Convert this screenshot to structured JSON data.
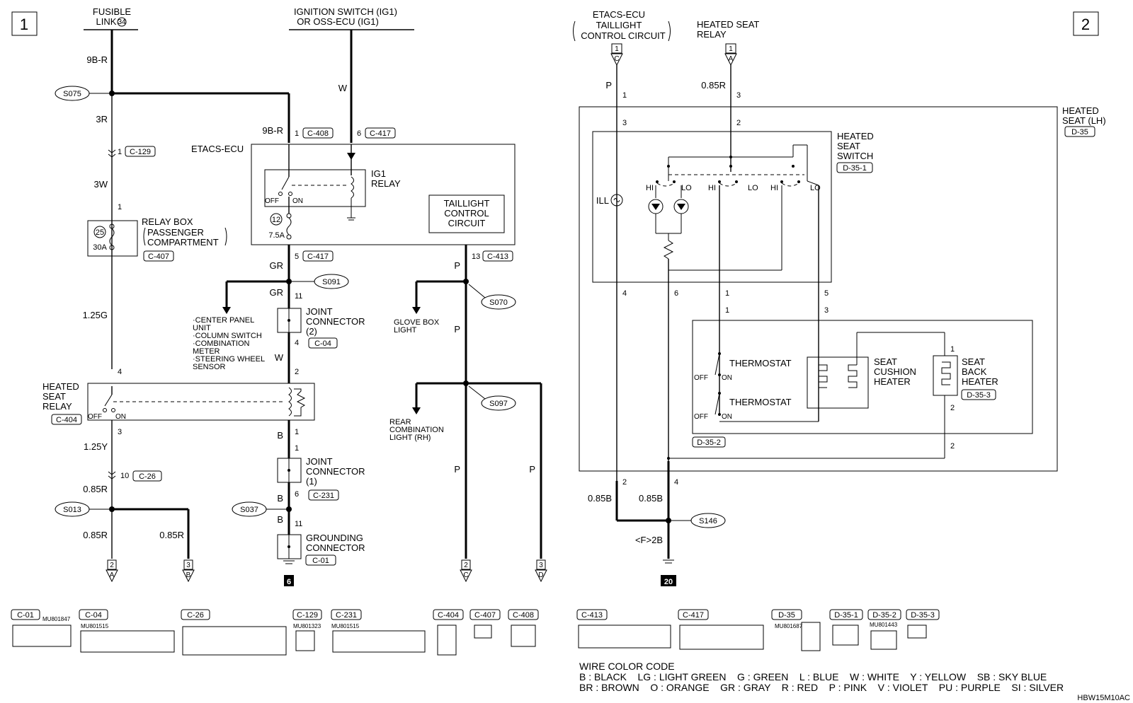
{
  "page": {
    "index_left": "1",
    "index_right": "2",
    "doc_code": "HBW15M10AC"
  },
  "sources": {
    "fusible_link": [
      "FUSIBLE",
      "LINK"
    ],
    "fusible_link_no": "34",
    "ignition": [
      "IGNITION SWITCH (IG1)",
      "OR OSS-ECU (IG1)"
    ],
    "etacs_top": [
      "ETACS-ECU",
      "TAILLIGHT",
      "CONTROL CIRCUIT"
    ],
    "heated_relay_top": [
      "HEATED SEAT",
      "RELAY"
    ]
  },
  "wires": {
    "w9br_a": "9B-R",
    "w3r": "3R",
    "w3w": "3W",
    "w125g": "1.25G",
    "w125y": "1.25Y",
    "w085r_a": "0.85R",
    "w085r_b": "0.85R",
    "w085r_c": "0.85R",
    "w9br_b": "9B-R",
    "ww_a": "W",
    "wgr_a": "GR",
    "wgr_b": "GR",
    "ww_b": "W",
    "wb_a": "B",
    "wb_b": "B",
    "wb_c": "B",
    "wp_a": "P",
    "wp_b": "P",
    "wp_c": "P",
    "wp_d": "P",
    "r_wp": "P",
    "r_w085r": "0.85R",
    "r_w085b_a": "0.85B",
    "r_w085b_b": "0.85B",
    "r_f2b": "<F>2B"
  },
  "splices": {
    "s075": "S075",
    "s013": "S013",
    "s037": "S037",
    "s091": "S091",
    "s070": "S070",
    "s097": "S097",
    "s146": "S146"
  },
  "connectors": {
    "c129": "C-129",
    "c407": "C-407",
    "c404": "C-404",
    "c26": "C-26",
    "c408": "C-408",
    "c417a": "C-417",
    "c417b": "C-417",
    "c04": "C-04",
    "c231": "C-231",
    "c01": "C-01",
    "c413": "C-413",
    "d35": "D-35",
    "d351": "D-35-1",
    "d352": "D-35-2",
    "d353": "D-35-3"
  },
  "pins": {
    "p1_c129": "1",
    "p1_rb": "1",
    "p4_hsr": "4",
    "p3_hsr": "3",
    "p10": "10",
    "p1_c408": "1",
    "p6_c417": "6",
    "p5": "5",
    "p11a": "11",
    "p4_jc": "4",
    "p2_hsr": "2",
    "p1a": "1",
    "p1b": "1",
    "p6_jc": "6",
    "p11b": "11",
    "p13": "13",
    "p12": "12",
    "r_p1": "1",
    "r_p3": "3",
    "r_p3b": "3",
    "r_p2": "2",
    "r_p4": "4",
    "r_p6": "6",
    "r_p1b": "1",
    "r_p5": "5",
    "r_p1c": "1",
    "r_p3c": "3",
    "r_p1d": "1",
    "r_p2b": "2",
    "r_p2c": "2",
    "r_p2d": "2",
    "r_p4b": "4"
  },
  "components": {
    "relay_box": [
      "RELAY BOX",
      "PASSENGER",
      "COMPARTMENT"
    ],
    "fuse_no": "25",
    "fuse_rating": "30A",
    "heated_seat_relay": [
      "HEATED",
      "SEAT",
      "RELAY"
    ],
    "off": "OFF",
    "on": "ON",
    "etacs_ecu": "ETACS-ECU",
    "ig1_relay": [
      "IG1",
      "RELAY"
    ],
    "fuse_75": "7.5A",
    "taillight": [
      "TAILLIGHT",
      "CONTROL",
      "CIRCUIT"
    ],
    "joint2": [
      "JOINT",
      "CONNECTOR",
      "(2)"
    ],
    "joint1": [
      "JOINT",
      "CONNECTOR",
      "(1)"
    ],
    "grounding": [
      "GROUNDING",
      "CONNECTOR"
    ],
    "branch_left": [
      "·CENTER PANEL",
      "UNIT",
      "·COLUMN SWITCH",
      "·COMBINATION",
      "METER",
      "·STEERING WHEEL",
      "SENSOR"
    ],
    "glove_box": [
      "GLOVE BOX",
      "LIGHT"
    ],
    "rear_comb": [
      "REAR",
      "COMBINATION",
      "LIGHT (RH)"
    ],
    "heated_seat_lh": [
      "HEATED",
      "SEAT (LH)"
    ],
    "heated_seat_switch": [
      "HEATED",
      "SEAT",
      "SWITCH"
    ],
    "ill": "ILL",
    "hi": "HI",
    "lo": "LO",
    "thermostat": "THERMOSTAT",
    "cushion": [
      "SEAT",
      "CUSHION",
      "HEATER"
    ],
    "back": [
      "SEAT",
      "BACK",
      "HEATER"
    ]
  },
  "refs": {
    "r2": "2",
    "r3": "3",
    "r_g2": "2",
    "r_g3": "3",
    "ref_6": "6",
    "ref_20": "20",
    "ra": "A",
    "rb": "B",
    "rc": "C",
    "rd": "D",
    "r_top1": "1",
    "r_top2": "1",
    "r_c": "C",
    "r_a": "A"
  },
  "connector_table": [
    {
      "code": "C-01",
      "part": "MU801847"
    },
    {
      "code": "C-04",
      "part": "MU801515"
    },
    {
      "code": "C-26",
      "part": ""
    },
    {
      "code": "C-129",
      "part": "MU801323"
    },
    {
      "code": "C-231",
      "part": "MU801515"
    },
    {
      "code": "C-404",
      "part": ""
    },
    {
      "code": "C-407",
      "part": ""
    },
    {
      "code": "C-408",
      "part": ""
    },
    {
      "code": "C-413",
      "part": ""
    },
    {
      "code": "C-417",
      "part": ""
    },
    {
      "code": "D-35",
      "part": "MU801687"
    },
    {
      "code": "D-35-1",
      "part": ""
    },
    {
      "code": "D-35-2",
      "part": "MU801443"
    },
    {
      "code": "D-35-3",
      "part": ""
    }
  ],
  "legend": {
    "title": "WIRE COLOR CODE",
    "line1": "B : BLACK    LG : LIGHT GREEN    G : GREEN    L : BLUE    W : WHITE    Y : YELLOW    SB : SKY BLUE",
    "line2": "BR : BROWN    O : ORANGE    GR : GRAY    R : RED    P : PINK    V : VIOLET    PU : PURPLE    SI : SILVER"
  }
}
